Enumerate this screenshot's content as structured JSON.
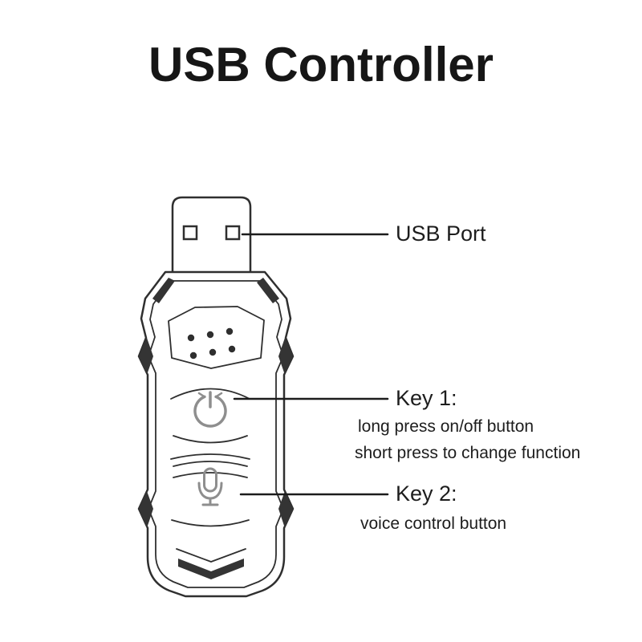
{
  "title": "USB Controller",
  "annotations": {
    "usb_port": {
      "label": "USB Port"
    },
    "key1": {
      "label": "Key 1:",
      "desc1": "long press on/off button",
      "desc2": "short press to change function"
    },
    "key2": {
      "label": "Key 2:",
      "desc1": "voice control button"
    }
  },
  "icons": {
    "usb_connector": "usb-connector",
    "led_dots": "led-indicator-dots",
    "power": "power-button-icon",
    "microphone": "microphone-icon"
  },
  "colors": {
    "background": "#ffffff",
    "line_art": "#2f2f2f",
    "icon_gray": "#8e8e8e",
    "text": "#1d1d1d"
  }
}
